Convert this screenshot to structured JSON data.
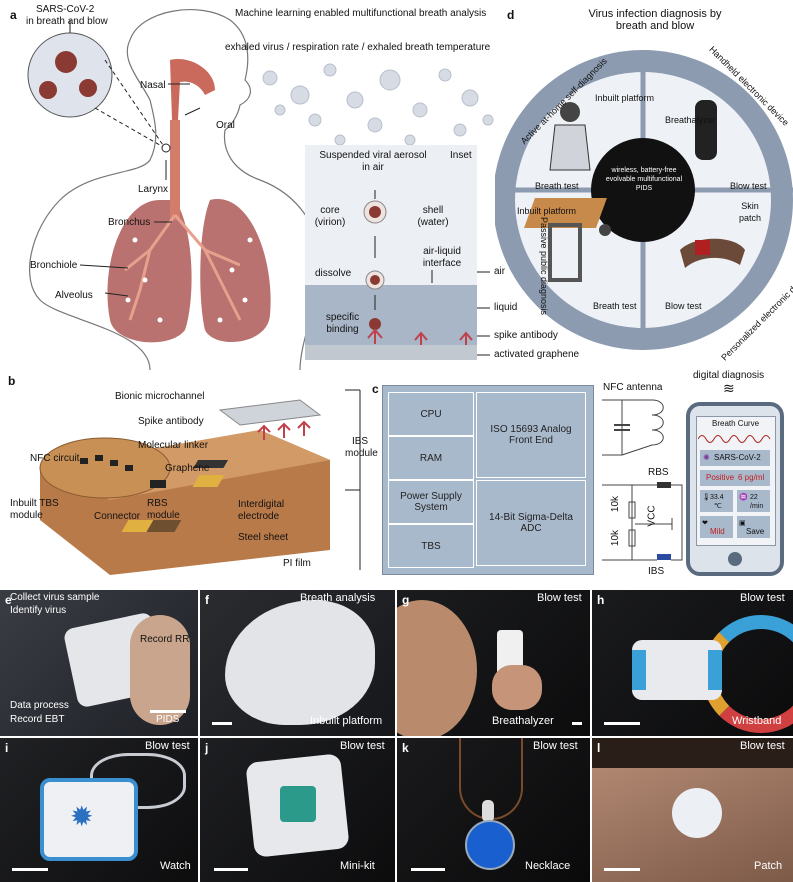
{
  "panel_a": {
    "label": "a",
    "virus_title": "SARS-CoV-2",
    "virus_subtitle": "in breath and blow",
    "nasal": "Nasal",
    "oral": "Oral",
    "larynx": "Larynx",
    "bronchus": "Bronchus",
    "bronchiole": "Bronchiole",
    "alveolus": "Alveolus",
    "ml_title": "Machine learning enabled multifunctional breath analysis",
    "ml_subtitle": "exhaled virus / respiration rate / exhaled breath temperature",
    "inset": {
      "title": "Inset",
      "aerosol": "Suspended viral aerosol in air",
      "core": "core (virion)",
      "shell": "shell (water)",
      "dissolve": "dissolve",
      "interface": "air-liquid interface",
      "binding": "specific binding",
      "air": "air",
      "liquid": "liquid",
      "spike": "spike antibody",
      "graphene": "activated graphene"
    }
  },
  "panel_d": {
    "label": "d",
    "title": "Virus infection diagnosis by breath and blow",
    "q1_arc": "Active at-home self-diagnosis",
    "q1_platform": "Inbuilt platform",
    "q1_test": "Breath test",
    "q2_arc": "Handheld electronic device",
    "q2_device": "Breathalyzer",
    "q2_test": "Blow test",
    "q3_arc": "Passive public diagnosis",
    "q3_platform": "Inbuilt platform",
    "q3_test": "Breath test",
    "q4_arc": "Personalized electronic device",
    "q4_device": "Skin patch",
    "q4_test": "Blow test",
    "center": "wireless, battery-free evolvable multifunctional PIDS"
  },
  "panel_b": {
    "label": "b",
    "bionic": "Bionic microchannel",
    "spike": "Spike antibody",
    "linker": "Molecular linker",
    "graphene": "Graphene",
    "nfc": "NFC circuit",
    "ibs": "IBS module",
    "tbs": "Inbuilt TBS module",
    "connector": "Connector",
    "rbs": "RBS module",
    "electrode": "Interdigital electrode",
    "steel": "Steel sheet",
    "pi": "PI film"
  },
  "panel_c": {
    "label": "c",
    "cpu": "CPU",
    "ram": "RAM",
    "power": "Power Supply System",
    "tbs": "TBS",
    "iso": "ISO 15693 Analog Front End",
    "adc": "14-Bit Sigma-Delta ADC",
    "nfc_antenna": "NFC antenna",
    "rbs": "RBS",
    "ibs": "IBS",
    "r1": "10k",
    "r2": "10k",
    "vcc": "VCC",
    "digital": "digital diagnosis",
    "phone": {
      "curve": "Breath Curve",
      "virus": "SARS-CoV-2",
      "positive": "Positive",
      "conc": "6 pg/ml",
      "temp": "33.4",
      "temp_unit": "℃",
      "rr": "22",
      "rr_unit": "/min",
      "mild": "Mild",
      "save": "Save"
    }
  },
  "photos": {
    "e": {
      "label": "e",
      "b1": "Collect virus sample",
      "b2": "Identify virus",
      "rr": "Record RR",
      "b3": "Data process",
      "b4": "Record EBT",
      "pids": "PIDS"
    },
    "f": {
      "label": "f",
      "top": "Breath analysis",
      "bottom": "Inbuilt platform"
    },
    "g": {
      "label": "g",
      "top": "Blow test",
      "bottom": "Breathalyzer"
    },
    "h": {
      "label": "h",
      "top": "Blow test",
      "bottom": "Wristband"
    },
    "i": {
      "label": "i",
      "top": "Blow test",
      "bottom": "Watch"
    },
    "j": {
      "label": "j",
      "top": "Blow test",
      "bottom": "Mini-kit"
    },
    "k": {
      "label": "k",
      "top": "Blow test",
      "bottom": "Necklace"
    },
    "l": {
      "label": "l",
      "top": "Blow test",
      "bottom": "Patch"
    }
  }
}
